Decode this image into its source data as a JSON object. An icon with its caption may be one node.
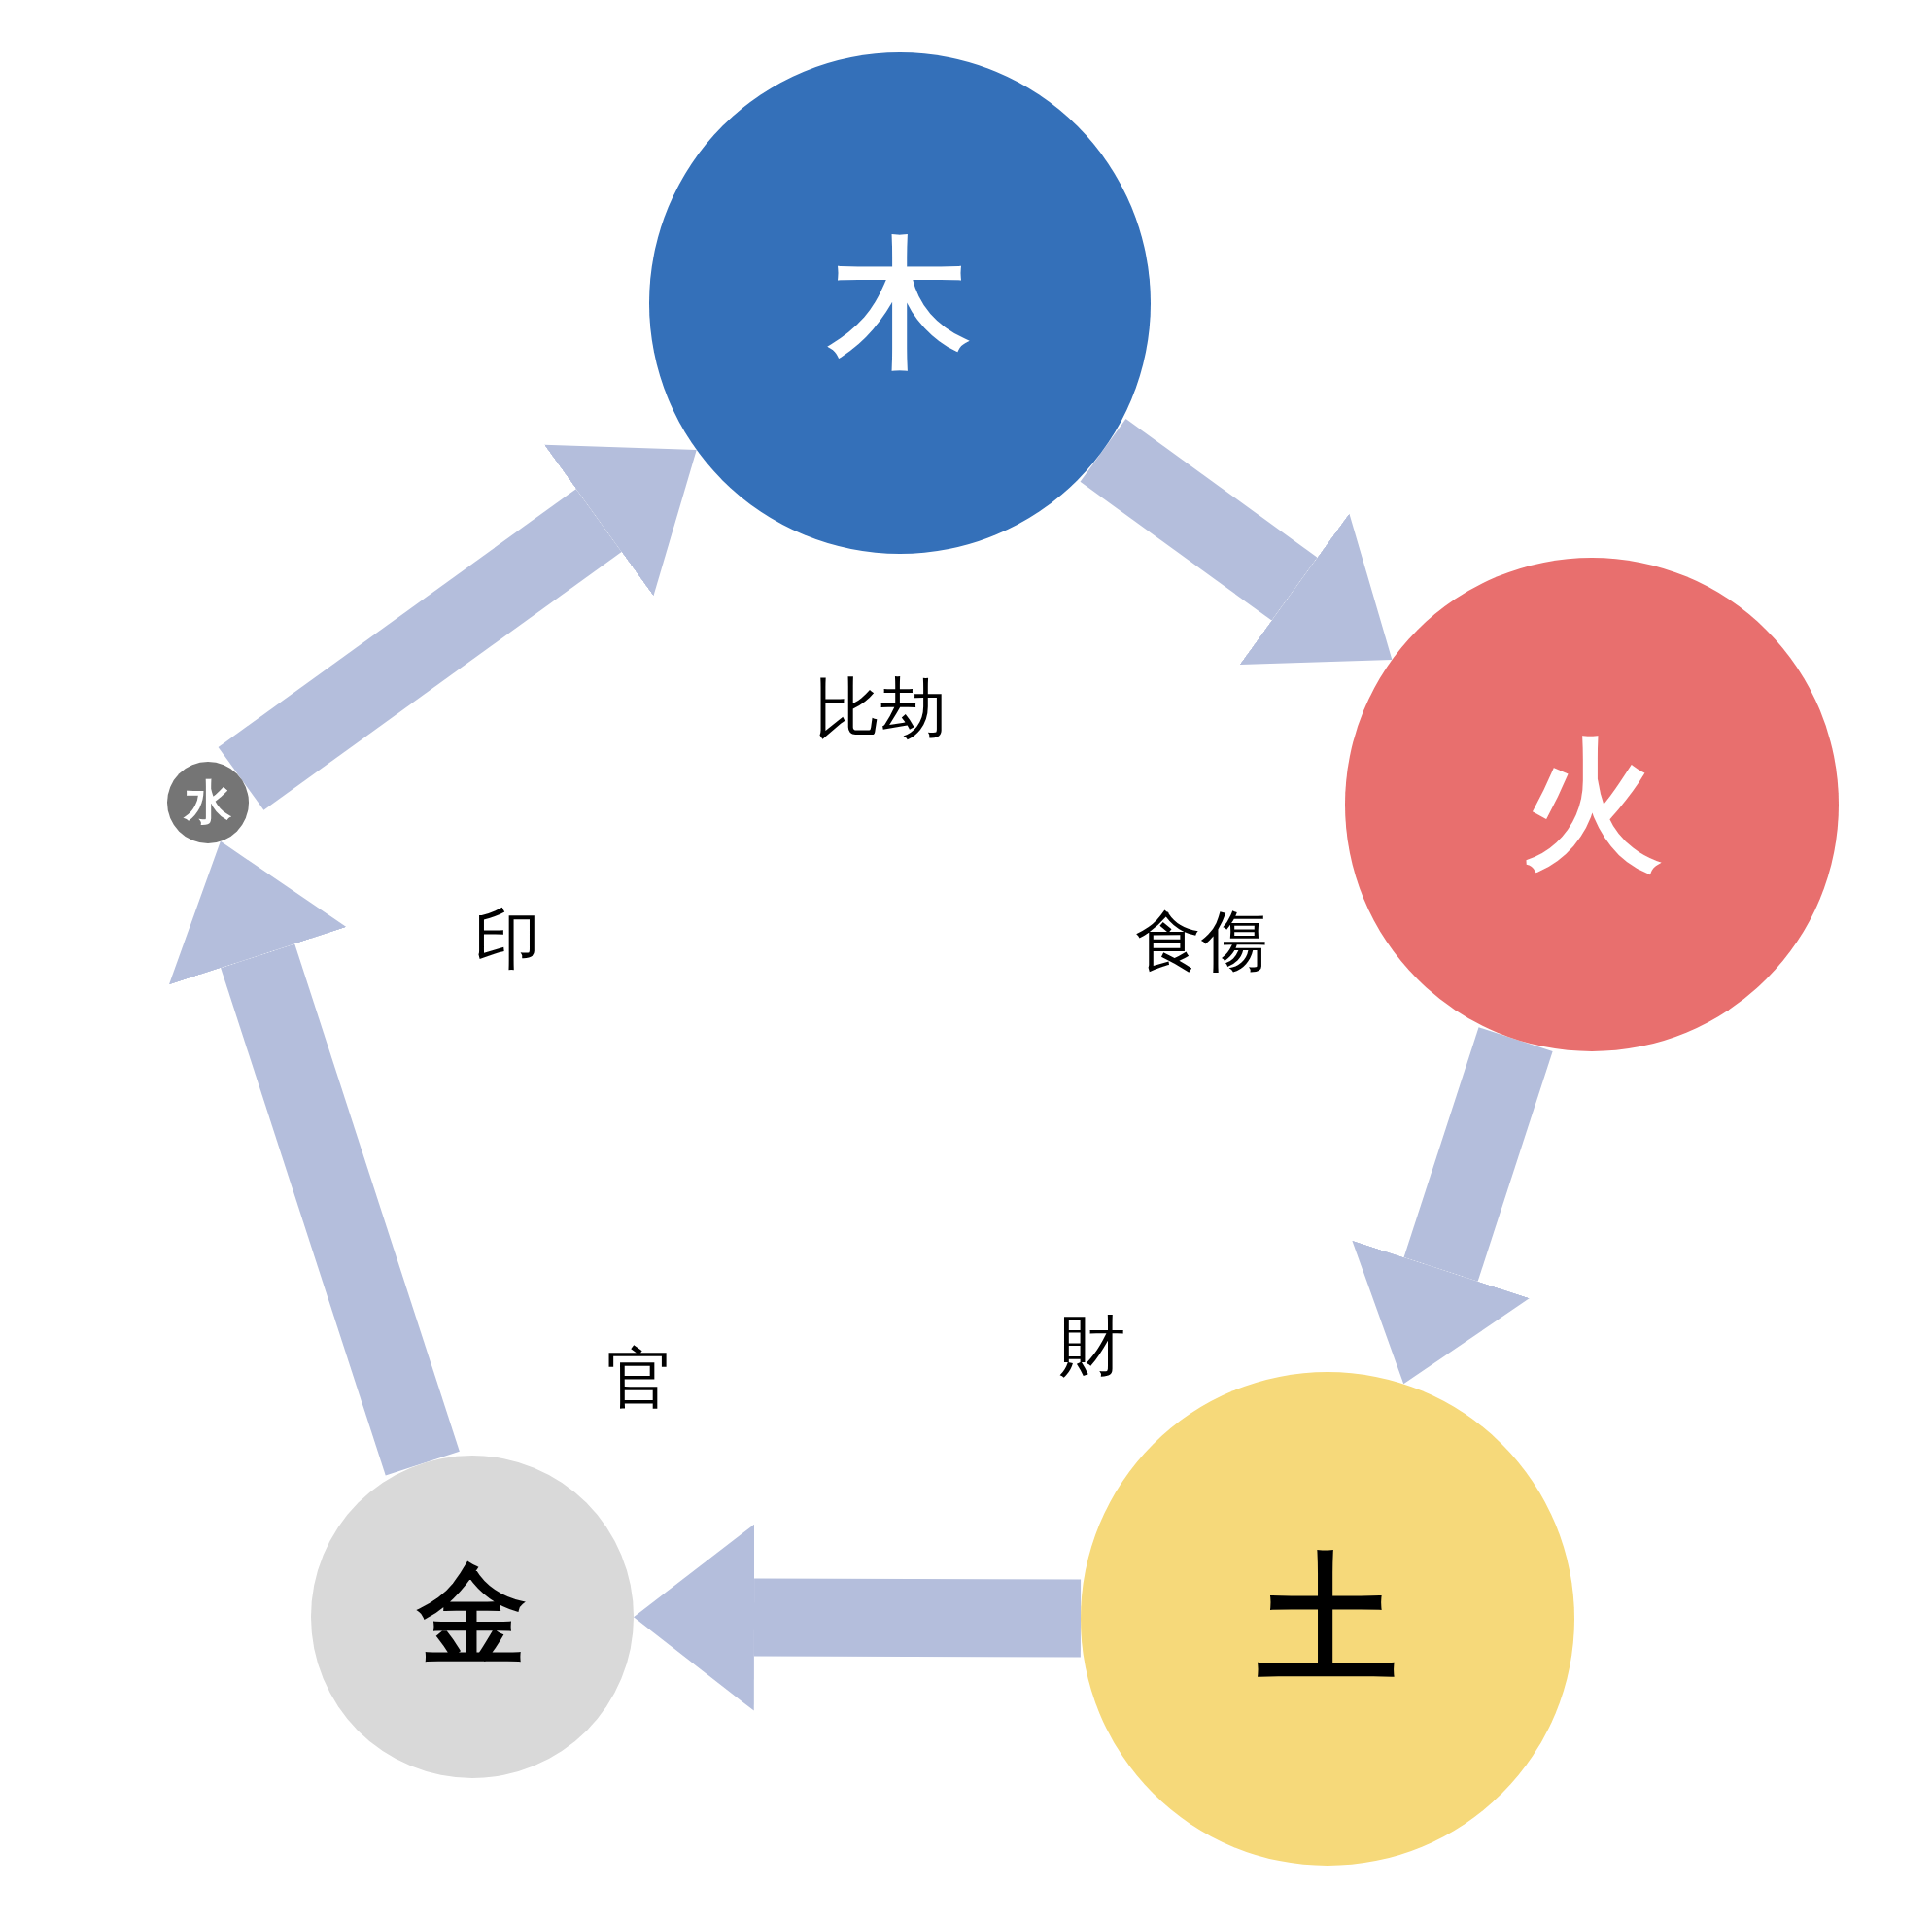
{
  "diagram": {
    "nodes": [
      {
        "text": [
          "木"
        ]
      },
      {
        "text": [
          "火"
        ]
      },
      {
        "text": [
          "土"
        ]
      },
      {
        "text": [
          "金"
        ]
      },
      {
        "text": [
          "水"
        ]
      }
    ],
    "edges": [
      {
        "from": 4,
        "to": 0,
        "arrow": "to"
      },
      {
        "from": 0,
        "to": 1,
        "arrow": "to"
      },
      {
        "from": 1,
        "to": 2,
        "arrow": "to"
      },
      {
        "from": 2,
        "to": 3,
        "arrow": "to"
      },
      {
        "from": 3,
        "to": 4,
        "arrow": "to"
      }
    ],
    "labels": [
      "比劫",
      "印",
      "食傷",
      "財",
      "官"
    ]
  }
}
